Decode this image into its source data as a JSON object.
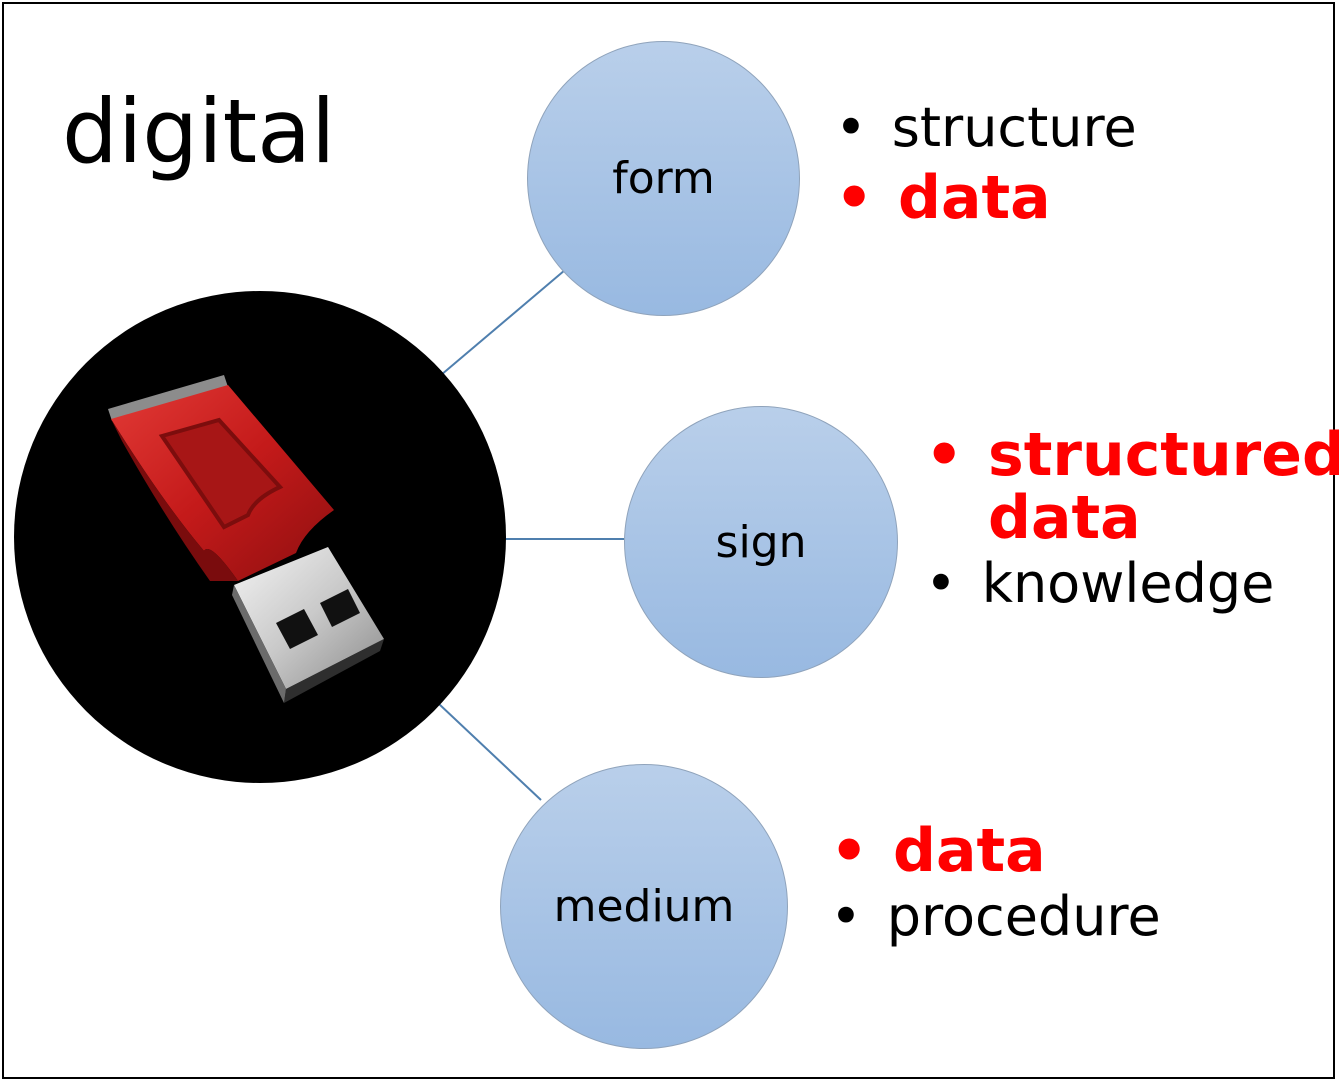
{
  "title": "digital",
  "hero": {
    "icon": "usb-flash-drive-icon"
  },
  "colors": {
    "node_fill": "#a9c4e6",
    "connector": "#4f7fae",
    "highlight": "#ff0000"
  },
  "nodes": [
    {
      "label": "form",
      "items": [
        {
          "text": "structure",
          "highlight": false
        },
        {
          "text": "data",
          "highlight": true
        }
      ]
    },
    {
      "label": "sign",
      "items": [
        {
          "text": "structured data",
          "highlight": true
        },
        {
          "text": "knowledge",
          "highlight": false
        }
      ]
    },
    {
      "label": "medium",
      "items": [
        {
          "text": "data",
          "highlight": true
        },
        {
          "text": "procedure",
          "highlight": false
        }
      ]
    }
  ],
  "bullet_char": "•"
}
